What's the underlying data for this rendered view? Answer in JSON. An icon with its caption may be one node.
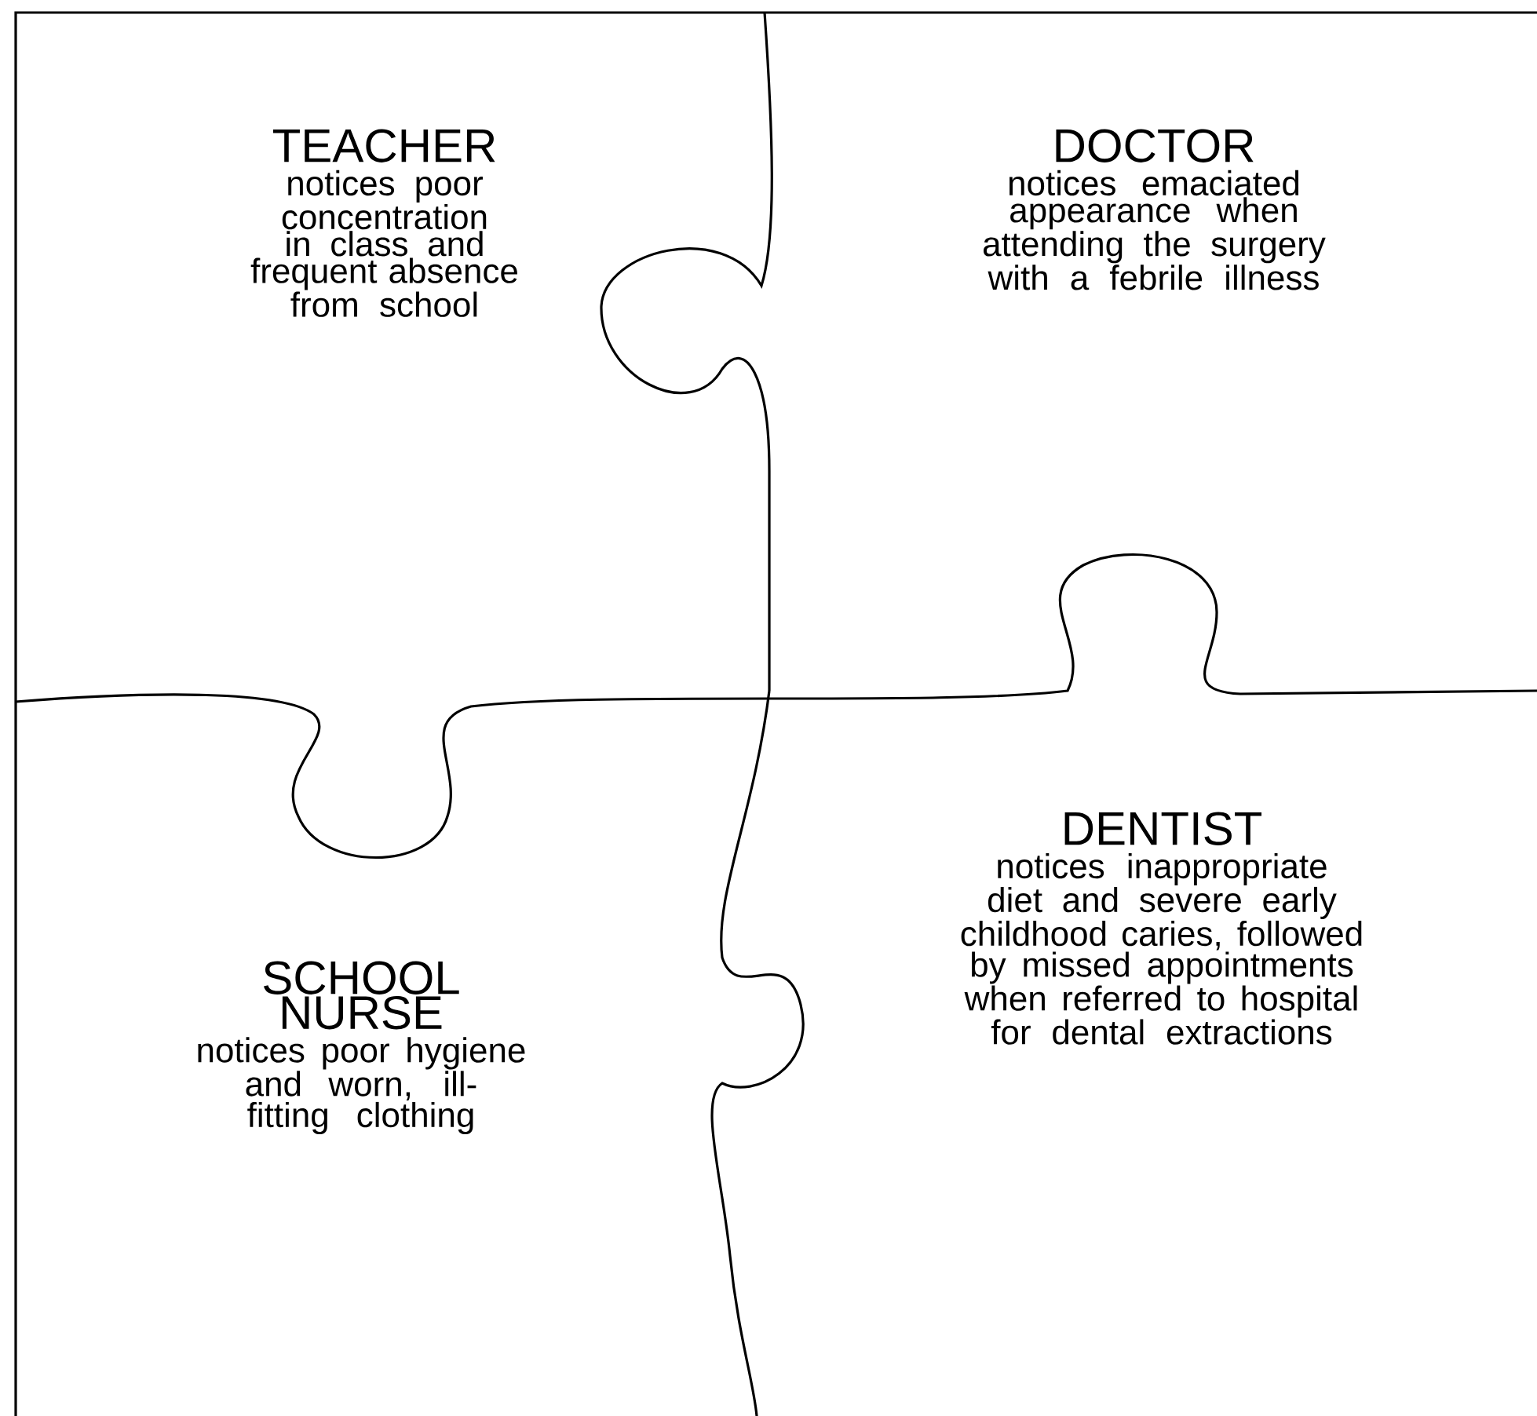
{
  "diagram": {
    "nodes": [
      {
        "text": [
          "TEACHER",
          "notices poor concentration in class and frequent absence from school"
        ]
      },
      {
        "text": [
          "DOCTOR",
          "notices emaciated appearance when attending the surgery with a febrile illness"
        ]
      },
      {
        "text": [
          "SCHOOL NURSE",
          "notices poor hygiene and worn, ill-fitting clothing"
        ]
      },
      {
        "text": [
          "DENTIST",
          "notices inappropriate diet and severe early childhood caries, followed by missed appointments when referred to hospital for dental extractions"
        ]
      }
    ]
  }
}
